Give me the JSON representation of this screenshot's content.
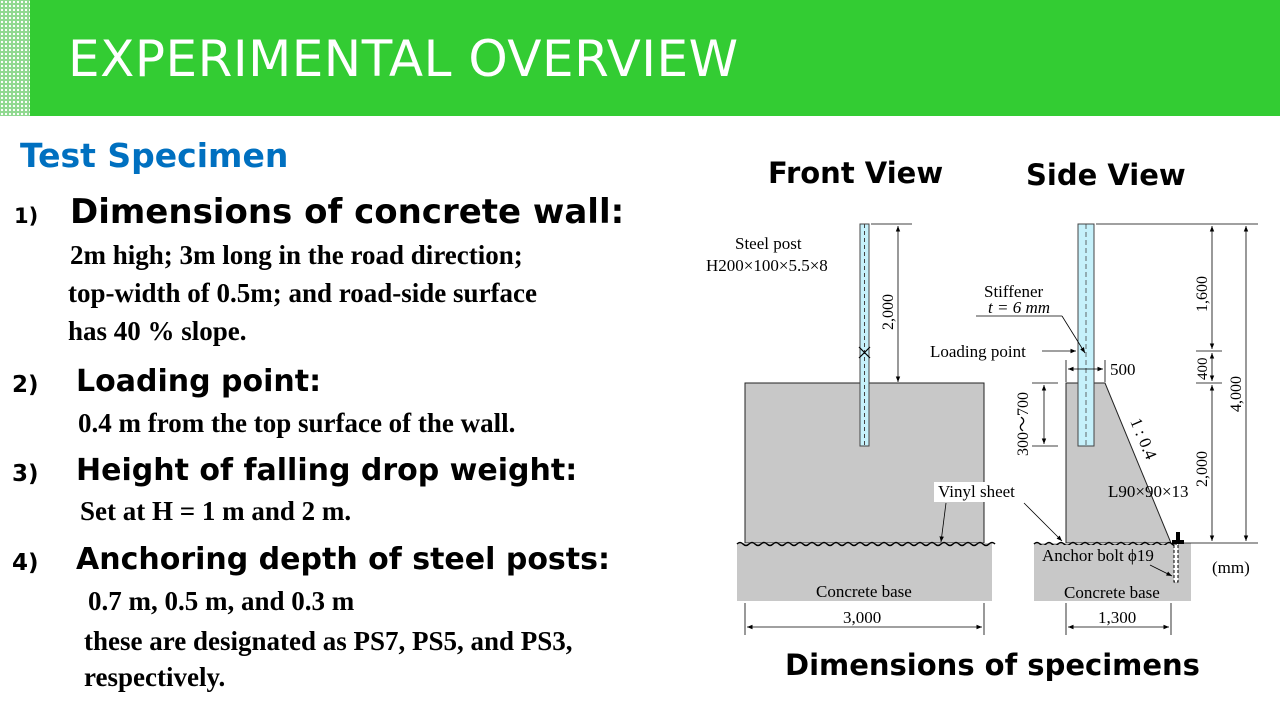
{
  "header": {
    "title": "EXPERIMENTAL OVERVIEW"
  },
  "section_title": "Test Specimen",
  "items": [
    {
      "number": "1)",
      "heading": "Dimensions of concrete wall:",
      "lines": [
        "2m high; 3m long in the road direction;",
        "top-width of 0.5m; and road-side surface",
        "has 40 % slope."
      ]
    },
    {
      "number": "2)",
      "heading": "Loading point:",
      "lines": [
        "0.4 m from the top surface of the wall."
      ]
    },
    {
      "number": "3)",
      "heading": "Height of falling drop weight:",
      "lines": [
        "Set at H = 1 m and 2 m."
      ]
    },
    {
      "number": "4)",
      "heading": "Anchoring depth of steel posts:",
      "lines": [
        "0.7 m, 0.5 m, and 0.3 m",
        "these are designated as PS7, PS5, and PS3,",
        "respectively."
      ]
    }
  ],
  "figure": {
    "front_title": "Front View",
    "side_title": "Side View",
    "caption": "Dimensions of specimens",
    "labels": {
      "steel_post": "Steel post",
      "steel_post_size": "H200×100×5.5×8",
      "dim_2000_front": "2,000",
      "vinyl_sheet": "Vinyl sheet",
      "concrete_base": "Concrete base",
      "dim_3000": "3,000",
      "stiffener": "Stiffener",
      "stiffener_t": "t = 6 mm",
      "loading_point": "Loading point",
      "dim_500": "500",
      "dim_300_700": "300～700",
      "slope": "1 : 0.4",
      "angle": "L90×90×13",
      "anchor_bolt": "Anchor bolt ϕ19",
      "dim_1600": "1,600",
      "dim_400": "400",
      "dim_2000_side": "2,000",
      "dim_4000": "4,000",
      "unit": "(mm)",
      "dim_1300": "1,300"
    }
  }
}
